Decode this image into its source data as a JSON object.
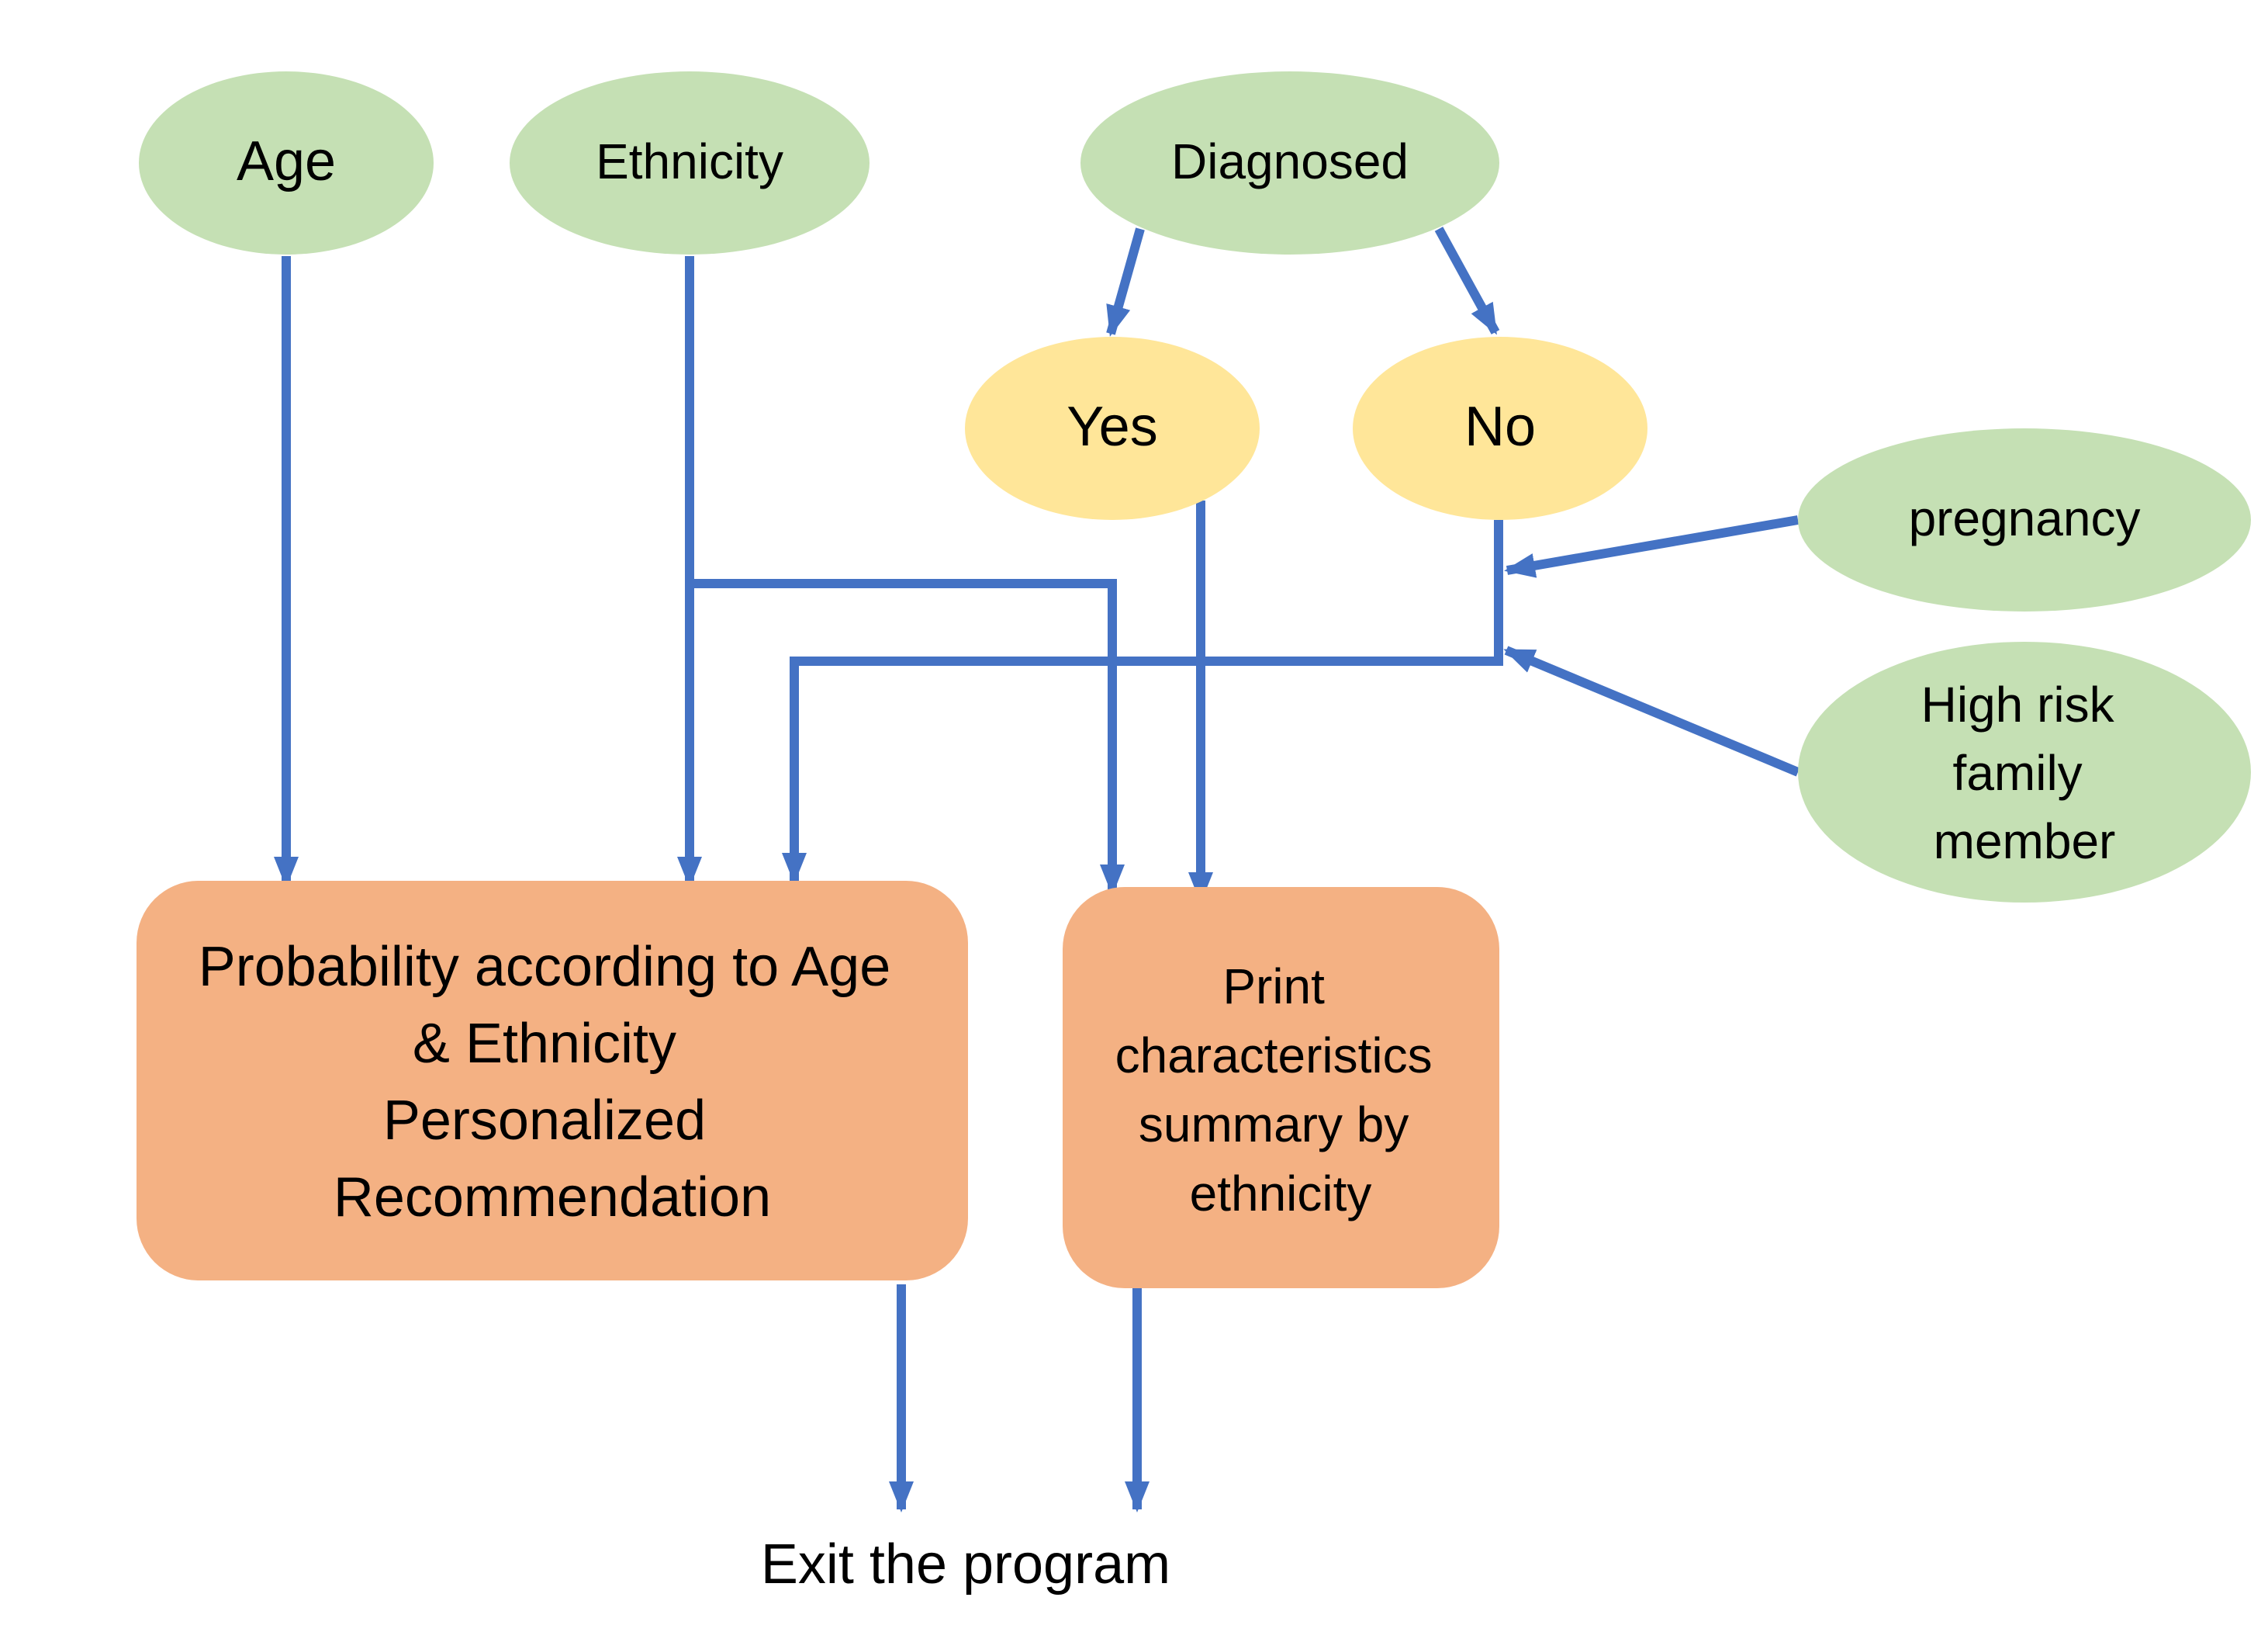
{
  "colors": {
    "input_node": "#c5e0b4",
    "choice_node": "#ffe699",
    "process_node": "#f4b183",
    "connector": "#4472c4",
    "text": "#000000"
  },
  "nodes": {
    "age": {
      "label": "Age"
    },
    "ethnicity": {
      "label": "Ethnicity"
    },
    "diagnosed": {
      "label": "Diagnosed"
    },
    "yes": {
      "label": "Yes"
    },
    "no": {
      "label": "No"
    },
    "pregnancy": {
      "label": "pregnancy"
    },
    "high_risk": {
      "lines": [
        "High risk",
        "family",
        "member"
      ]
    },
    "probability": {
      "lines": [
        "Probability according to Age",
        "& Ethnicity",
        "Personalized",
        "Recommendation"
      ]
    },
    "print_summary": {
      "lines": [
        "Print",
        "characteristics",
        "summary by",
        "ethnicity"
      ]
    }
  },
  "exit_label": "Exit the program"
}
